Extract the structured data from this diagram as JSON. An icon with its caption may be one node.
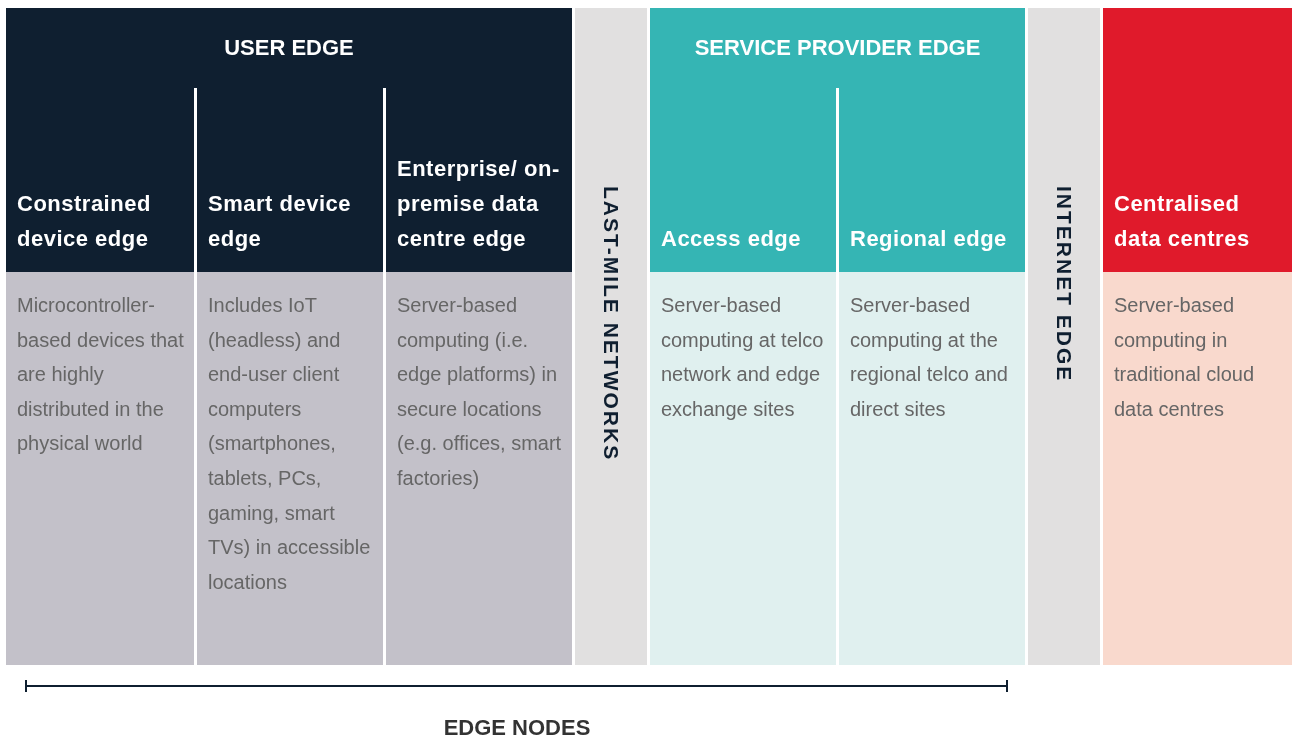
{
  "diagram": {
    "nodes": [
      {
        "text": [
          "USER EDGE"
        ]
      },
      {
        "text": [
          "Constrained device edge",
          "Microcontroller-based devices that are highly distributed in the physical world"
        ],
        "in": 0
      },
      {
        "text": [
          "Smart device edge",
          "Includes IoT (headless) and end-user client computers (smartphones, tablets, PCs, gaming, smart TVs) in accessible locations"
        ],
        "in": 0
      },
      {
        "text": [
          "Enterprise/ on-premise data centre edge",
          "Server-based computing (i.e. edge platforms) in secure locations (e.g. offices, smart factories)"
        ],
        "in": 0
      },
      {
        "text": [
          "LAST-MILE NETWORKS"
        ]
      },
      {
        "text": [
          "SERVICE PROVIDER EDGE"
        ]
      },
      {
        "text": [
          "Access edge",
          "Server-based computing at telco network and edge exchange sites"
        ],
        "in": 5
      },
      {
        "text": [
          "Regional edge",
          "Server-based computing at the regional telco and direct sites"
        ],
        "in": 5
      },
      {
        "text": [
          "INTERNET EDGE"
        ]
      },
      {
        "text": [
          "Centralised data centres",
          "Server-based computing in traditional cloud data centres"
        ]
      }
    ],
    "edges": [],
    "labels": [
      "EDGE NODES"
    ]
  }
}
